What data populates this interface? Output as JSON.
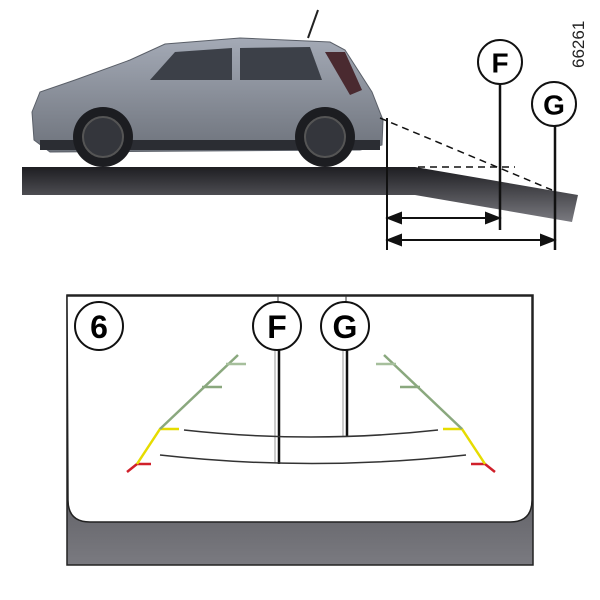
{
  "figure_id": "66261",
  "labels": {
    "f": "F",
    "g": "G",
    "view_number": "6"
  },
  "colors": {
    "guide_red": "#d0202a",
    "guide_yellow": "#e6dc00",
    "guide_green": "#8aa87e",
    "car_body": "#8c929c",
    "ground": "#3a3a3e"
  }
}
